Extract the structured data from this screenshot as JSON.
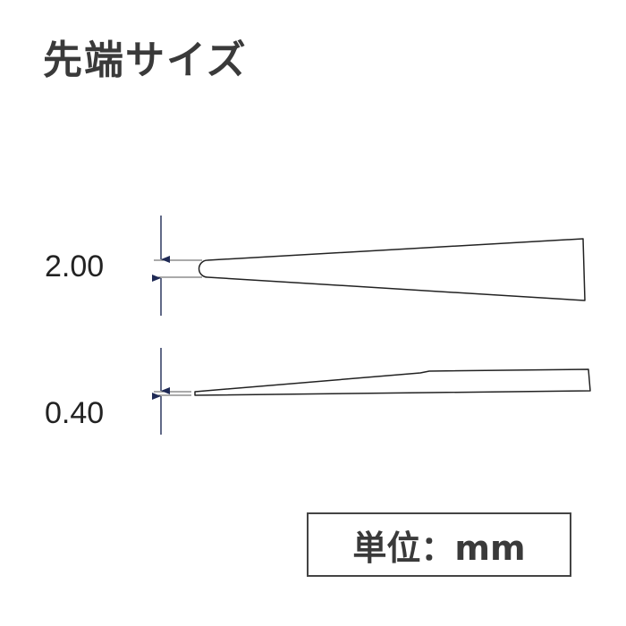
{
  "title": "先端サイズ",
  "dimensions": [
    {
      "label": "2.00",
      "view": "top-tip-width"
    },
    {
      "label": "0.40",
      "view": "side-tip-thickness"
    }
  ],
  "unit_label": "単位：mm",
  "colors": {
    "outline": "#222222",
    "arrow": "#1f2a55",
    "extension_line": "#555555"
  }
}
